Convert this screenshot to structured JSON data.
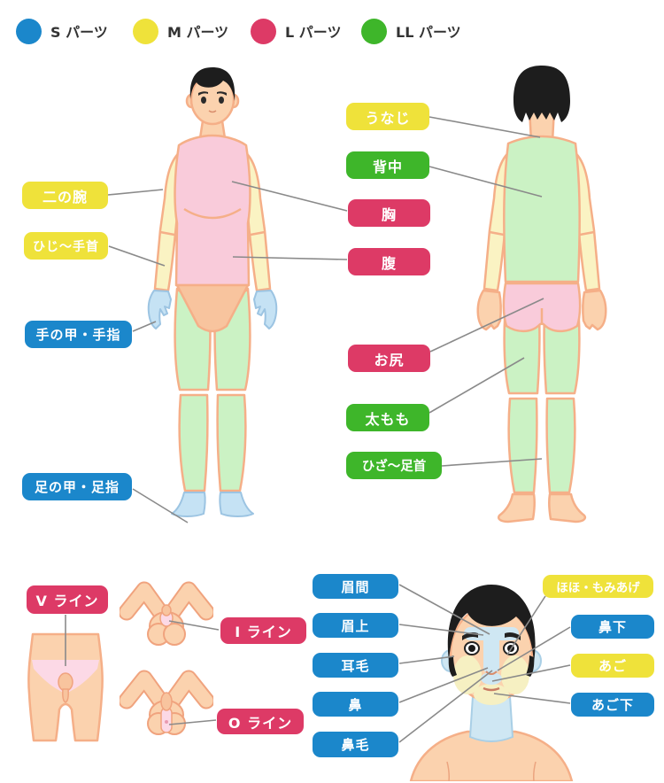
{
  "legend": {
    "items": [
      {
        "id": "s",
        "label": "S パーツ",
        "color": "#1b87cb"
      },
      {
        "id": "m",
        "label": "M パーツ",
        "color": "#efe23a"
      },
      {
        "id": "l",
        "label": "L パーツ",
        "color": "#dd3a66"
      },
      {
        "id": "ll",
        "label": "LL パーツ",
        "color": "#3eb62a"
      }
    ]
  },
  "labels": {
    "ninoude": {
      "text": "二の腕",
      "size": "M"
    },
    "hiji_tekubi": {
      "text": "ひじ〜手首",
      "size": "M"
    },
    "tenokou_teyubi": {
      "text": "手の甲・手指",
      "size": "S"
    },
    "ashinokou_ashiyubi": {
      "text": "足の甲・足指",
      "size": "S"
    },
    "unaji": {
      "text": "うなじ",
      "size": "M"
    },
    "senaka": {
      "text": "背中",
      "size": "LL"
    },
    "mune": {
      "text": "胸",
      "size": "L"
    },
    "hara": {
      "text": "腹",
      "size": "L"
    },
    "oshiri": {
      "text": "お尻",
      "size": "L"
    },
    "futomomo": {
      "text": "太もも",
      "size": "LL"
    },
    "hiza_ashikubi": {
      "text": "ひざ〜足首",
      "size": "LL"
    },
    "v_line": {
      "text": "V ライン",
      "size": "L"
    },
    "i_line": {
      "text": "I ライン",
      "size": "L"
    },
    "o_line": {
      "text": "O ライン",
      "size": "L"
    },
    "miken": {
      "text": "眉間",
      "size": "S"
    },
    "mayuue": {
      "text": "眉上",
      "size": "S"
    },
    "mimige": {
      "text": "耳毛",
      "size": "S"
    },
    "hana": {
      "text": "鼻",
      "size": "S"
    },
    "hanage": {
      "text": "鼻毛",
      "size": "S"
    },
    "hoho_momiage": {
      "text": "ほほ・もみあげ",
      "size": "M"
    },
    "hanashita": {
      "text": "鼻下",
      "size": "S"
    },
    "ago": {
      "text": "あご",
      "size": "M"
    },
    "agoshita": {
      "text": "あご下",
      "size": "S"
    }
  },
  "colors": {
    "s_parts": "#1b87cb",
    "m_parts": "#efe23a",
    "l_parts": "#dd3a66",
    "ll_parts": "#3eb62a",
    "skin": "#fbd2ae",
    "torso_front": "#f9cbda",
    "arms": "#faf3c3",
    "hands_feet": "#c5e2f4",
    "legs": "#cbf2c4",
    "hair": "#1d1d1d"
  }
}
